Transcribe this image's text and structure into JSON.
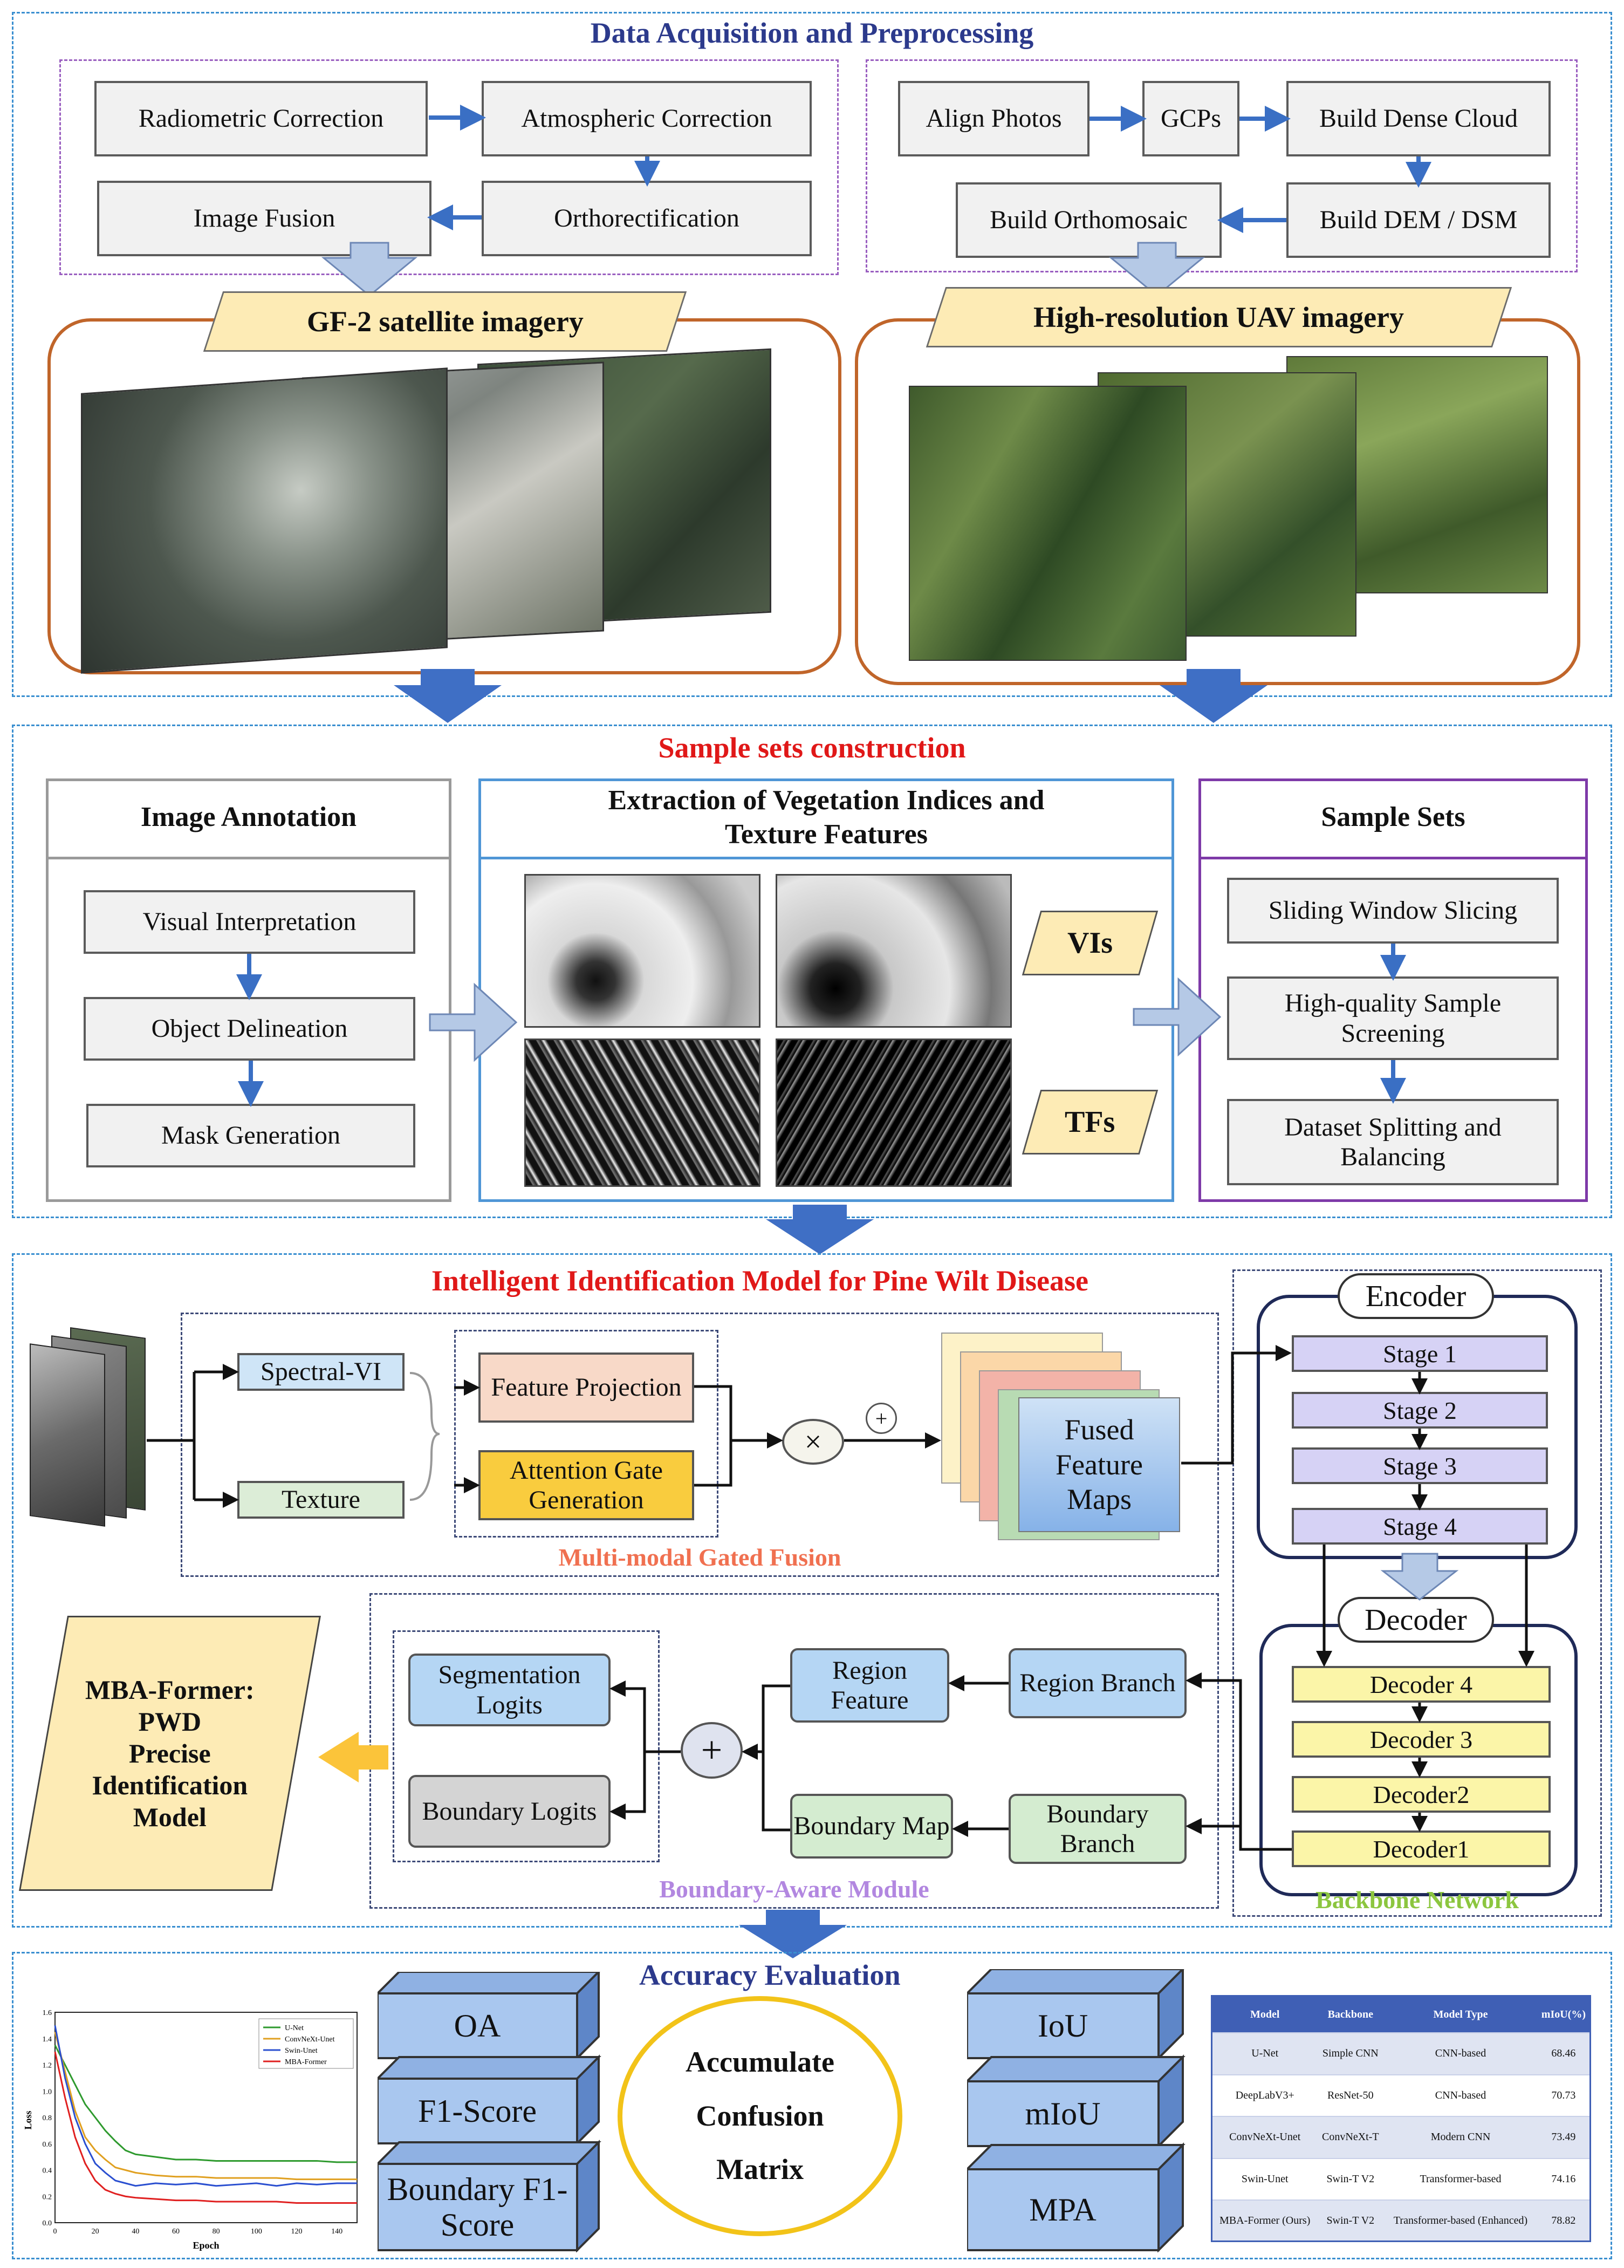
{
  "sections": {
    "acquisition": {
      "title": "Data Acquisition and Preprocessing",
      "satellite_steps": {
        "radiometric": "Radiometric Correction",
        "atmospheric": "Atmospheric Correction",
        "orthorectification": "Orthorectification",
        "image_fusion": "Image Fusion"
      },
      "uav_steps": {
        "align_photos": "Align Photos",
        "gcps": "GCPs",
        "dense_cloud": "Build Dense Cloud",
        "dem_dsm": "Build DEM / DSM",
        "orthomosaic": "Build Orthomosaic"
      },
      "satellite_label": "GF-2 satellite imagery",
      "uav_label": "High-resolution UAV imagery"
    },
    "samples": {
      "title": "Sample sets construction",
      "annotation": {
        "title": "Image Annotation",
        "steps": [
          "Visual Interpretation",
          "Object Delineation",
          "Mask Generation"
        ]
      },
      "extraction": {
        "title_line1": "Extraction of Vegetation Indices and",
        "title_line2": "Texture Features",
        "vis_label": "VIs",
        "tfs_label": "TFs"
      },
      "sample_sets": {
        "title": "Sample Sets",
        "steps": [
          "Sliding Window Slicing",
          "High-quality Sample Screening",
          "Dataset Splitting and Balancing"
        ]
      }
    },
    "model": {
      "title": "Intelligent Identification Model for Pine Wilt Disease",
      "fusion": {
        "spectral_vi": "Spectral-VI",
        "texture": "Texture",
        "feature_projection": "Feature Projection",
        "attention_gate": "Attention Gate Generation",
        "multiply_symbol": "×",
        "plus_symbol": "+",
        "fused_maps": "Fused Feature Maps",
        "caption": "Multi-modal Gated Fusion"
      },
      "backbone": {
        "encoder": "Encoder",
        "stages": [
          "Stage 1",
          "Stage 2",
          "Stage 3",
          "Stage 4"
        ],
        "decoder": "Decoder",
        "decoders": [
          "Decoder 4",
          "Decoder 3",
          "Decoder2",
          "Decoder1"
        ],
        "caption": "Backbone Network"
      },
      "boundary": {
        "region_branch": "Region Branch",
        "region_feature": "Region Feature",
        "boundary_branch": "Boundary Branch",
        "boundary_map": "Boundary Map",
        "segmentation_logits": "Segmentation Logits",
        "boundary_logits": "Boundary Logits",
        "plus_symbol": "+",
        "caption": "Boundary-Aware Module"
      },
      "output": {
        "line1": "MBA-Former:",
        "line2": "PWD",
        "line3": "Precise",
        "line4": "Identification",
        "line5": "Model"
      }
    },
    "evaluation": {
      "title": "Accuracy Evaluation",
      "cubes_left": [
        "OA",
        "F1-Score",
        "Boundary F1-Score"
      ],
      "accumulate": {
        "line1": "Accumulate",
        "line2": "Confusion",
        "line3": "Matrix"
      },
      "cubes_right": [
        "IoU",
        "mIoU",
        "MPA"
      ],
      "loss_chart_labels": {
        "ylabel": "Loss",
        "xlabel": "Epoch",
        "legend": [
          "U-Net",
          "ConvNeXt-Unet",
          "Swin-Unet",
          "MBA-Former"
        ]
      },
      "table": {
        "headers": [
          "Model",
          "Backbone",
          "Model Type",
          "mIoU(%)"
        ],
        "rows": [
          [
            "U-Net",
            "Simple CNN",
            "CNN-based",
            "68.46"
          ],
          [
            "DeepLabV3+",
            "ResNet-50",
            "CNN-based",
            "70.73"
          ],
          [
            "ConvNeXt-Unet",
            "ConvNeXt-T",
            "Modern CNN",
            "73.49"
          ],
          [
            "Swin-Unet",
            "Swin-T V2",
            "Transformer-based",
            "74.16"
          ],
          [
            "MBA-Former (Ours)",
            "Swin-T V2",
            "Transformer-based (Enhanced)",
            "78.82"
          ]
        ]
      }
    }
  },
  "chart_data": {
    "type": "line",
    "xlabel": "Epoch",
    "ylabel": "Loss",
    "xlim": [
      0,
      150
    ],
    "ylim": [
      0,
      1.6
    ],
    "x_ticks": [
      0,
      20,
      40,
      60,
      80,
      100,
      120,
      140
    ],
    "y_ticks": [
      0,
      0.2,
      0.4,
      0.6,
      0.8,
      1.0,
      1.2,
      1.4,
      1.6
    ],
    "legend_position": "top-right",
    "x": [
      0,
      5,
      10,
      15,
      20,
      25,
      30,
      35,
      40,
      50,
      60,
      70,
      80,
      90,
      100,
      110,
      120,
      130,
      140,
      150
    ],
    "series": [
      {
        "name": "U-Net",
        "color": "#2e9a2e",
        "values": [
          1.35,
          1.2,
          1.05,
          0.9,
          0.8,
          0.7,
          0.62,
          0.55,
          0.52,
          0.5,
          0.48,
          0.48,
          0.47,
          0.47,
          0.47,
          0.47,
          0.47,
          0.47,
          0.46,
          0.46
        ]
      },
      {
        "name": "ConvNeXt-Unet",
        "color": "#e0a020",
        "values": [
          1.45,
          1.15,
          0.85,
          0.65,
          0.55,
          0.48,
          0.42,
          0.4,
          0.38,
          0.36,
          0.35,
          0.35,
          0.34,
          0.34,
          0.34,
          0.34,
          0.33,
          0.33,
          0.33,
          0.33
        ]
      },
      {
        "name": "Swin-Unet",
        "color": "#2a4fd0",
        "values": [
          1.5,
          1.1,
          0.8,
          0.6,
          0.45,
          0.38,
          0.32,
          0.3,
          0.28,
          0.3,
          0.29,
          0.3,
          0.28,
          0.29,
          0.3,
          0.28,
          0.3,
          0.29,
          0.3,
          0.3
        ]
      },
      {
        "name": "MBA-Former",
        "color": "#e02020",
        "values": [
          1.3,
          0.95,
          0.65,
          0.45,
          0.32,
          0.25,
          0.22,
          0.2,
          0.19,
          0.18,
          0.17,
          0.17,
          0.16,
          0.16,
          0.16,
          0.16,
          0.15,
          0.15,
          0.15,
          0.15
        ]
      }
    ]
  }
}
